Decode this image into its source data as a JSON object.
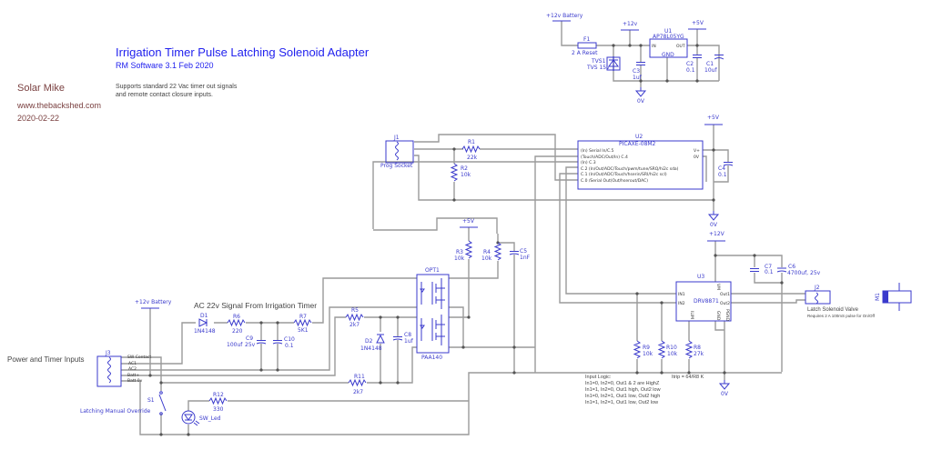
{
  "header": {
    "title": "Irrigation Timer Pulse Latching Solenoid Adapter",
    "subtitle": "RM Software 3.1 Feb 2020",
    "description_line1": "Supports standard 22 Vac timer out signals",
    "description_line2": " and remote contact closure inputs."
  },
  "author": {
    "name": "Solar Mike",
    "site": "www.thebackshed.com",
    "date": "2020-02-22"
  },
  "colors": {
    "wire": "#9a9a9a",
    "component": "#3a3acc",
    "title": "#2222ee",
    "author": "#7a4040"
  },
  "power": {
    "batt12_top": "+12v Battery",
    "v12_a": "+12v",
    "v5_a": "+5V",
    "gnd_a": "0V",
    "v5_b": "+5V",
    "gnd_b": "0V",
    "v5_c": "+5V",
    "v12_b": "+12V",
    "gnd_c": "0V",
    "batt12_left": "+12v Battery"
  },
  "notes": {
    "ac_signal": "AC 22v Signal From Irrigation Timer",
    "power_inputs": "Power and Timer Inputs",
    "override": "Latching Manual Override",
    "latch_valve": "Latch Solenoid Valve",
    "latch_req": "Requires 2 A 100mS pulse for On/Off",
    "itrip": "Itrip = 64/R8 K",
    "logic": [
      "Input Logic:",
      "In1=0, In2=0, Out1 & 2 are HighZ",
      "In1=1, In2=0, Out1 high, Out2 low",
      "In1=0, In2=1, Out1 low, Out2 high",
      "In1=1, In2=1, Out1 low, Out2 low"
    ]
  },
  "components": {
    "F1": {
      "ref": "F1",
      "value": "2 A Reset"
    },
    "TVS1": {
      "ref": "TVS1",
      "value": "TVS 15v"
    },
    "C3": {
      "ref": "C3",
      "value": "1uf"
    },
    "U1": {
      "ref": "U1",
      "value": "AP78L05YG",
      "pins": [
        "IN",
        "OUT",
        "GND"
      ]
    },
    "C2": {
      "ref": "C2",
      "value": "0.1"
    },
    "C1": {
      "ref": "C1",
      "value": "10uf"
    },
    "J1": {
      "ref": "J1",
      "value": "Prog Socket"
    },
    "R1": {
      "ref": "R1",
      "value": "22k"
    },
    "R2": {
      "ref": "R2",
      "value": "10k"
    },
    "U2": {
      "ref": "U2",
      "value": "PICAXE-08M2",
      "pins": [
        "(In) Serial In/C.5",
        "(Touch/ADC/Out/In) C.4",
        "(In) C.3",
        "C.2 (In/Out/ADC/Touch/pwm/tune/SRQ/hi2c sda)",
        "C.1 (In/Out/ADC/Touch/hserin/SRI/hi2c scl)",
        "C.0 /Serial Out(Out/hserout/DAC)"
      ],
      "right_pins": [
        "V+",
        "0V"
      ]
    },
    "C4": {
      "ref": "C4",
      "value": "0.1"
    },
    "R3": {
      "ref": "R3",
      "value": "10k"
    },
    "R4": {
      "ref": "R4",
      "value": "10k"
    },
    "C5": {
      "ref": "C5",
      "value": "1nF"
    },
    "OPT1": {
      "ref": "OPT1",
      "value": "PAA140"
    },
    "J3": {
      "ref": "J3",
      "pins": [
        "SW Contact",
        "AC1",
        "AC2",
        "Batt+",
        "Batt 0v"
      ]
    },
    "D1": {
      "ref": "D1",
      "value": "1N4148"
    },
    "R6": {
      "ref": "R6",
      "value": "220"
    },
    "C9": {
      "ref": "C9",
      "value": "25v",
      "value2": "100uf"
    },
    "C10": {
      "ref": "C10",
      "value": "0.1"
    },
    "R7": {
      "ref": "R7",
      "value": "5K1"
    },
    "R5": {
      "ref": "R5",
      "value": "2k7"
    },
    "D2": {
      "ref": "D2",
      "value": "1N4148"
    },
    "C8": {
      "ref": "C8",
      "value": "1uf"
    },
    "R11": {
      "ref": "R11",
      "value": "2k7"
    },
    "R12": {
      "ref": "R12",
      "value": "330"
    },
    "S1": {
      "ref": "S1"
    },
    "LED": {
      "ref": "SW_Led"
    },
    "U3": {
      "ref": "U3",
      "value": "DRV8871",
      "pins": [
        "IN1",
        "IN2",
        "Out1",
        "Out2",
        "VM",
        "ILIM",
        "GND",
        "PGND"
      ]
    },
    "C7": {
      "ref": "C7",
      "value": "0.1"
    },
    "C6": {
      "ref": "C6",
      "value": "4700uf, 25v"
    },
    "J2": {
      "ref": "J2"
    },
    "R9": {
      "ref": "R9",
      "value": "10k"
    },
    "R10": {
      "ref": "R10",
      "value": "10k"
    },
    "R8": {
      "ref": "R8",
      "value": "27k"
    },
    "M1": {
      "ref": "M1"
    }
  }
}
